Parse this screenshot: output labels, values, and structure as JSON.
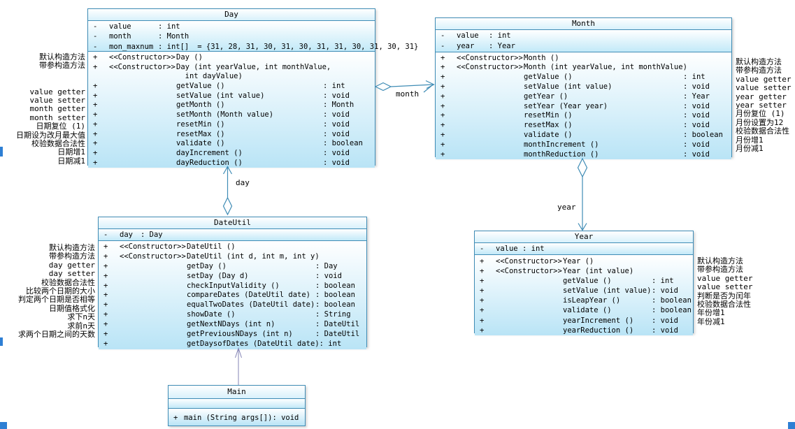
{
  "diagram": {
    "colors": {
      "box_border": "#3f8cb5",
      "fill_top": "#ffffff",
      "fill_bottom": "#b9e4f6",
      "connector": "#3f8cb5",
      "dependency_arrow": "#8585b5",
      "text": "#000000"
    },
    "classes": [
      {
        "title": "Day",
        "attributes": [
          {
            "v": "-",
            "name": "value",
            "type": ": int",
            "init": ""
          },
          {
            "v": "-",
            "name": "month",
            "type": ": Month",
            "init": ""
          },
          {
            "v": "-",
            "name": "mon_maxnum",
            "type": ": int[]",
            "init": "= {31, 28, 31, 30, 31, 30, 31, 31, 30, 31, 30, 31}"
          }
        ],
        "methods": [
          {
            "v": "+",
            "st": "<<Constructor>>",
            "sig": "Day ()",
            "ret": ""
          },
          {
            "v": "+",
            "st": "<<Constructor>>",
            "sig": "Day (int yearValue, int monthValue,",
            "ret": ""
          },
          {
            "v": "",
            "st": "",
            "sig": "  int dayValue)",
            "ret": ""
          },
          {
            "v": "+",
            "st": "",
            "sig": "getValue ()",
            "ret": ": int"
          },
          {
            "v": "+",
            "st": "",
            "sig": "setValue (int value)",
            "ret": ": void"
          },
          {
            "v": "+",
            "st": "",
            "sig": "getMonth ()",
            "ret": ": Month"
          },
          {
            "v": "+",
            "st": "",
            "sig": "setMonth (Month value)",
            "ret": ": void"
          },
          {
            "v": "+",
            "st": "",
            "sig": "resetMin ()",
            "ret": ": void"
          },
          {
            "v": "+",
            "st": "",
            "sig": "resetMax ()",
            "ret": ": void"
          },
          {
            "v": "+",
            "st": "",
            "sig": "validate ()",
            "ret": ": boolean"
          },
          {
            "v": "+",
            "st": "",
            "sig": "dayIncrement ()",
            "ret": ": void"
          },
          {
            "v": "+",
            "st": "",
            "sig": "dayReduction ()",
            "ret": ": void"
          }
        ],
        "annotations": {
          "side": "left",
          "lines": [
            "默认构造方法",
            "带参构造方法",
            "",
            "",
            "value getter",
            "value setter",
            "month getter",
            "month setter",
            "日期复位 (1)",
            "日期设为改月最大值",
            "校验数据合法性",
            "日期增1",
            "日期减1"
          ]
        }
      },
      {
        "title": "Month",
        "attributes": [
          {
            "v": "-",
            "name": "value",
            "type": ": int",
            "init": ""
          },
          {
            "v": "-",
            "name": "year",
            "type": ": Year",
            "init": ""
          }
        ],
        "methods": [
          {
            "v": "+",
            "st": "<<Constructor>>",
            "sig": "Month ()",
            "ret": ""
          },
          {
            "v": "+",
            "st": "<<Constructor>>",
            "sig": "Month (int yearValue, int monthValue)",
            "ret": ""
          },
          {
            "v": "+",
            "st": "",
            "sig": "getValue ()",
            "ret": ": int"
          },
          {
            "v": "+",
            "st": "",
            "sig": "setValue (int value)",
            "ret": ": void"
          },
          {
            "v": "+",
            "st": "",
            "sig": "getYear ()",
            "ret": ": Year"
          },
          {
            "v": "+",
            "st": "",
            "sig": "setYear (Year year)",
            "ret": ": void"
          },
          {
            "v": "+",
            "st": "",
            "sig": "resetMin ()",
            "ret": ": void"
          },
          {
            "v": "+",
            "st": "",
            "sig": "resetMax ()",
            "ret": ": void"
          },
          {
            "v": "+",
            "st": "",
            "sig": "validate ()",
            "ret": ": boolean"
          },
          {
            "v": "+",
            "st": "",
            "sig": "monthIncrement ()",
            "ret": ": void"
          },
          {
            "v": "+",
            "st": "",
            "sig": "monthReduction ()",
            "ret": ": void"
          }
        ],
        "annotations": {
          "side": "right",
          "lines": [
            "默认构造方法",
            "带参构造方法",
            "value getter",
            "value setter",
            "year getter",
            "year setter",
            "月份复位 (1)",
            "月份设置为12",
            "校验数据合法性",
            "月份增1",
            "月份减1"
          ]
        }
      },
      {
        "title": "DateUtil",
        "attributes": [
          {
            "v": "-",
            "name": "day",
            "type": ": Day",
            "init": ""
          }
        ],
        "methods": [
          {
            "v": "+",
            "st": "<<Constructor>>",
            "sig": "DateUtil ()",
            "ret": ""
          },
          {
            "v": "+",
            "st": "<<Constructor>>",
            "sig": "DateUtil (int d, int m, int y)",
            "ret": ""
          },
          {
            "v": "+",
            "st": "",
            "sig": "getDay ()",
            "ret": ": Day"
          },
          {
            "v": "+",
            "st": "",
            "sig": "setDay (Day d)",
            "ret": ": void"
          },
          {
            "v": "+",
            "st": "",
            "sig": "checkInputValidity ()",
            "ret": ": boolean"
          },
          {
            "v": "+",
            "st": "",
            "sig": "compareDates (DateUtil date)",
            "ret": ": boolean"
          },
          {
            "v": "+",
            "st": "",
            "sig": "equalTwoDates (DateUtil date)",
            "ret": ": boolean"
          },
          {
            "v": "+",
            "st": "",
            "sig": "showDate ()",
            "ret": ": String"
          },
          {
            "v": "+",
            "st": "",
            "sig": "getNextNDays (int n)",
            "ret": ": DateUtil"
          },
          {
            "v": "+",
            "st": "",
            "sig": "getPreviousNDays (int n)",
            "ret": ": DateUtil"
          },
          {
            "v": "+",
            "st": "",
            "sig": "getDaysofDates (DateUtil date)",
            "ret": ": int"
          }
        ],
        "annotations": {
          "side": "left",
          "lines": [
            "默认构造方法",
            "带参构造方法",
            "day getter",
            "day setter",
            "校验数据合法性",
            "比较两个日期的大小",
            "判定两个日期是否相等",
            "日期值格式化",
            "求下n天",
            "求前n天",
            "求两个日期之间的天数"
          ]
        }
      },
      {
        "title": "Year",
        "attributes": [
          {
            "v": "-",
            "name": "value",
            "type": ": int",
            "init": ""
          }
        ],
        "methods": [
          {
            "v": "+",
            "st": "<<Constructor>>",
            "sig": "Year ()",
            "ret": ""
          },
          {
            "v": "+",
            "st": "<<Constructor>>",
            "sig": "Year (int value)",
            "ret": ""
          },
          {
            "v": "+",
            "st": "",
            "sig": "getValue ()",
            "ret": ": int"
          },
          {
            "v": "+",
            "st": "",
            "sig": "setValue (int value)",
            "ret": ": void"
          },
          {
            "v": "+",
            "st": "",
            "sig": "isLeapYear ()",
            "ret": ": boolean"
          },
          {
            "v": "+",
            "st": "",
            "sig": "validate ()",
            "ret": ": boolean"
          },
          {
            "v": "+",
            "st": "",
            "sig": "yearIncrement ()",
            "ret": ": void"
          },
          {
            "v": "+",
            "st": "",
            "sig": "yearReduction ()",
            "ret": ": void"
          }
        ],
        "annotations": {
          "side": "right",
          "lines": [
            "默认构造方法",
            "带参构造方法",
            "value getter",
            "value setter",
            "判断是否为闰年",
            "校验数据合法性",
            "年份增1",
            "年份减1"
          ]
        }
      },
      {
        "title": "Main",
        "attributes": [],
        "methods": [
          {
            "v": "+",
            "st": "",
            "sig": "main (String args[])",
            "ret": ": void"
          }
        ],
        "annotations": {
          "side": "none",
          "lines": []
        }
      }
    ],
    "connectors": [
      {
        "name": "day-month-aggregation",
        "type": "aggregation",
        "from": "Day",
        "to": "Month",
        "label": "month"
      },
      {
        "name": "dateutil-day-aggregation",
        "type": "aggregation",
        "from": "DateUtil",
        "to": "Day",
        "label": "day"
      },
      {
        "name": "month-year-aggregation",
        "type": "aggregation",
        "from": "Month",
        "to": "Year",
        "label": "year"
      },
      {
        "name": "main-dateutil-dependency",
        "type": "dependency",
        "from": "Main",
        "to": "DateUtil",
        "label": ""
      }
    ]
  }
}
